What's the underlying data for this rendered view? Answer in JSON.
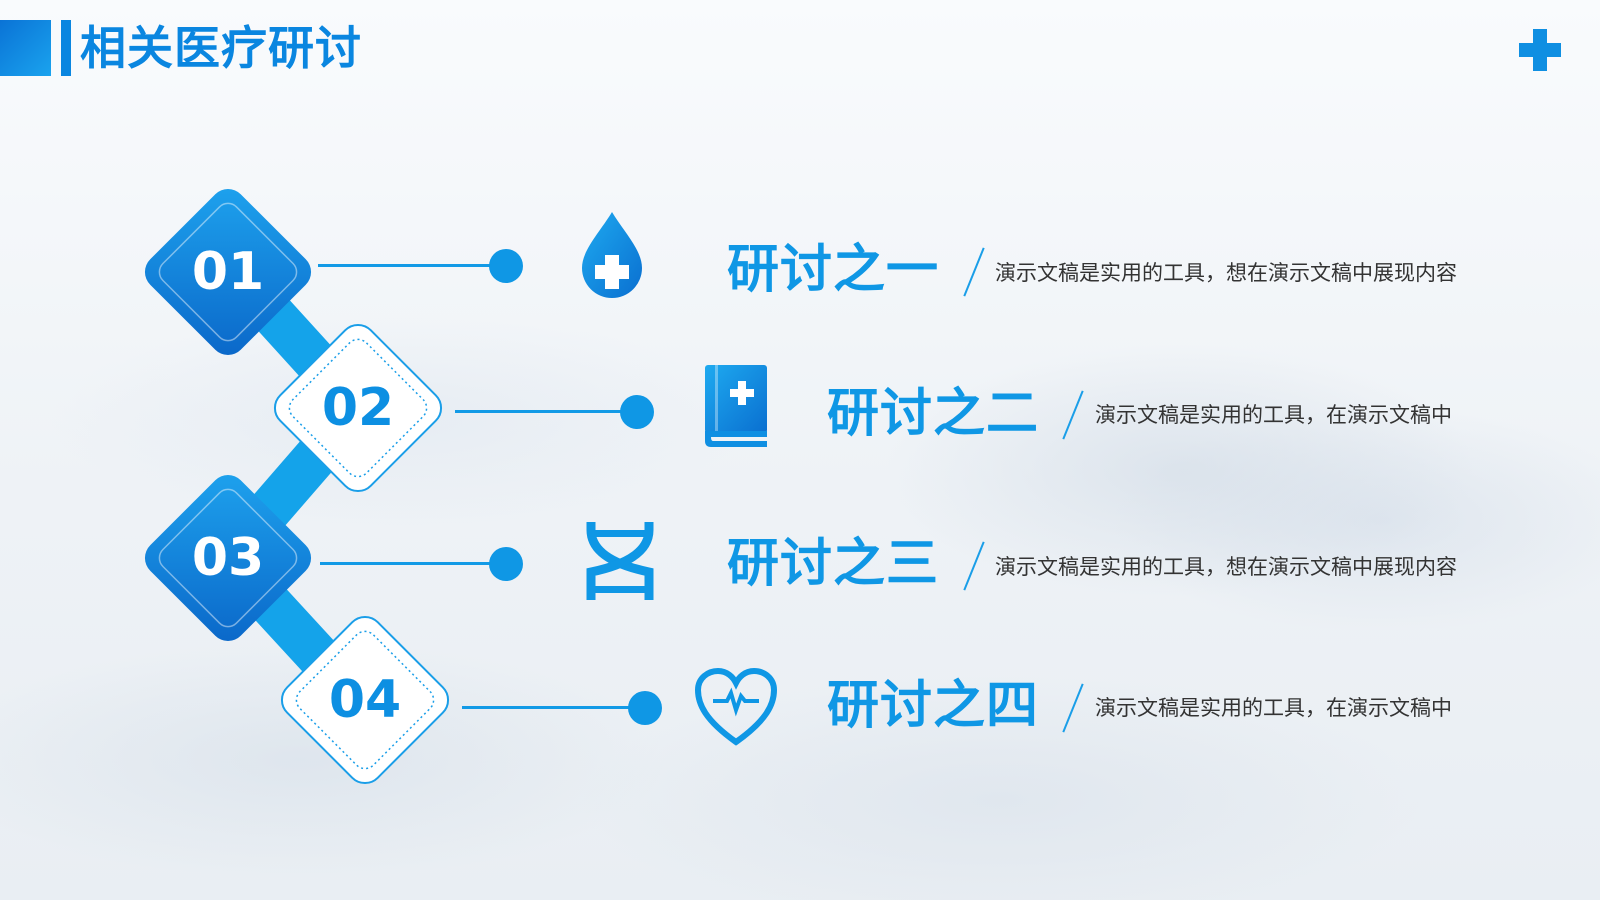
{
  "header": {
    "title": "相关医疗研讨"
  },
  "items": [
    {
      "number": "01",
      "title": "研讨之一",
      "description": "演示文稿是实用的工具，想在演示文稿中展现内容",
      "icon": "water-drop-plus-icon"
    },
    {
      "number": "02",
      "title": "研讨之二",
      "description": "演示文稿是实用的工具，在演示文稿中",
      "icon": "medical-book-icon"
    },
    {
      "number": "03",
      "title": "研讨之三",
      "description": "演示文稿是实用的工具，想在演示文稿中展现内容",
      "icon": "dna-icon"
    },
    {
      "number": "04",
      "title": "研讨之四",
      "description": "演示文稿是实用的工具，在演示文稿中",
      "icon": "heart-pulse-icon"
    }
  ],
  "colors": {
    "accent": "#0f97e5",
    "accent_dark": "#0a73d6",
    "text": "#333333"
  }
}
